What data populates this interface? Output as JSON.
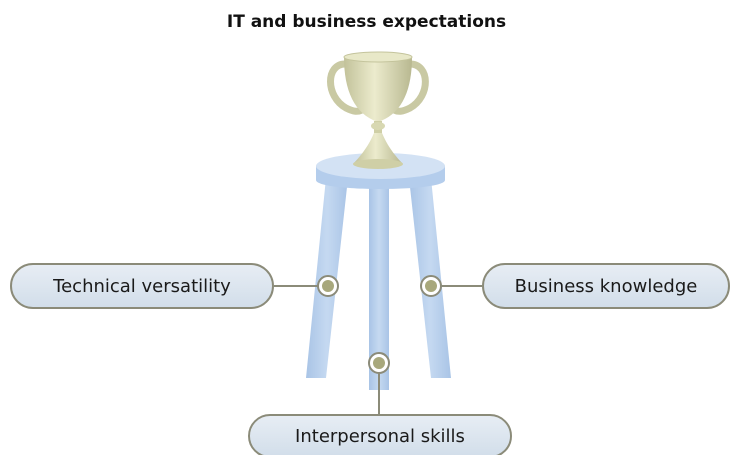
{
  "title": "IT and business expectations",
  "labels": {
    "left": "Technical versatility",
    "right": "Business knowledge",
    "bottom": "Interpersonal skills"
  },
  "colors": {
    "stool": "#b4cdec",
    "stool_top": "#d0e1f4",
    "trophy": "#dcdcb4",
    "connector": "#8b8b79",
    "node_fill": "#a8a87c",
    "pill_fill": "#dbe4ee"
  }
}
